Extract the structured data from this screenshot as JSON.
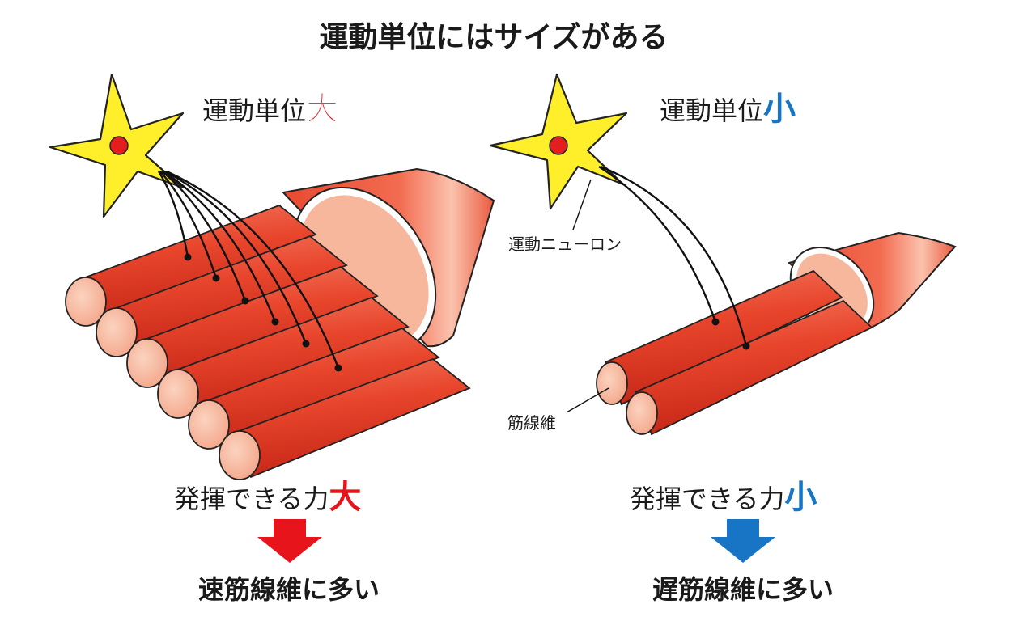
{
  "title": "運動単位にはサイズがある",
  "left": {
    "heading": "運動単位",
    "size_word": "大",
    "force_label": "発揮できる力",
    "force_word": "大",
    "result": "速筋線維に多い",
    "accent_color": "#e8141c",
    "fiber_count": 6
  },
  "right": {
    "heading": "運動単位",
    "size_word": "小",
    "force_label": "発揮できる力",
    "force_word": "小",
    "result": "遅筋線維に多い",
    "accent_color": "#1874c4",
    "fiber_count": 2,
    "neuron_label": "運動ニューロン",
    "fiber_label": "筋線維"
  },
  "colors": {
    "neuron_fill": "#ffef2a",
    "nucleus": "#e41e1e",
    "muscle": "#e8452c",
    "muscle_highlight": "#f9a98e",
    "fiber_end": "#f7b79c"
  }
}
